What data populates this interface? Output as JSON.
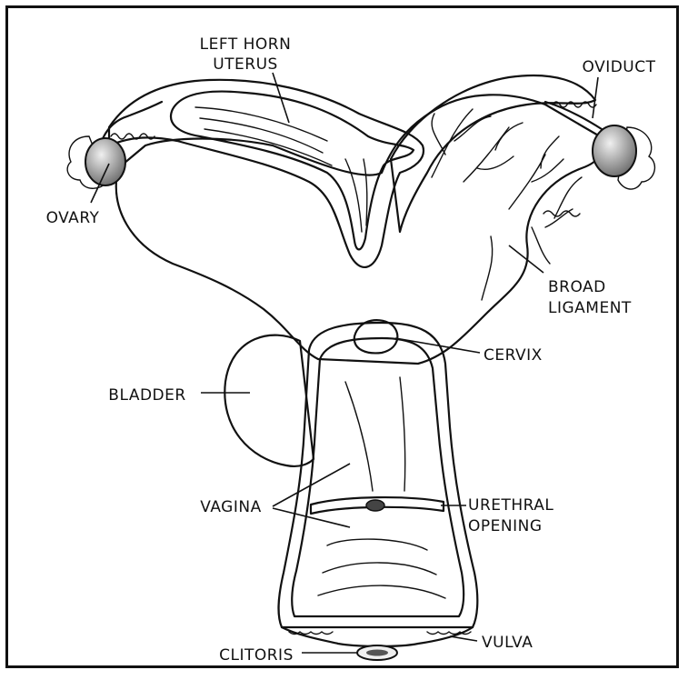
{
  "diagram": {
    "labels": {
      "left_horn_line1": "LEFT HORN",
      "left_horn_line2": "UTERUS",
      "oviduct": "OVIDUCT",
      "ovary": "OVARY",
      "broad_ligament_line1": "BROAD",
      "broad_ligament_line2": "LIGAMENT",
      "cervix": "CERVIX",
      "bladder": "BLADDER",
      "vagina": "VAGINA",
      "urethral_opening_line1": "URETHRAL",
      "urethral_opening_line2": "OPENING",
      "vulva": "VULVA",
      "clitoris": "CLITORIS"
    }
  }
}
